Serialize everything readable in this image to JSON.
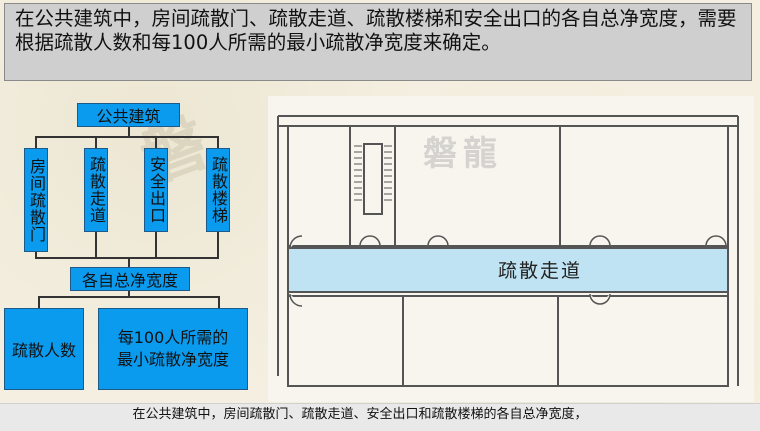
{
  "banner": {
    "text": "在公共建筑中，房间疏散门、疏散走道、疏散楼梯和安全出口的各自总净宽度，需要根据疏散人数和每100人所需的最小疏散净宽度来确定。"
  },
  "diagram": {
    "top": "公共建筑",
    "items": [
      "房间疏散门",
      "疏散走道",
      "安全出口",
      "疏散楼梯"
    ],
    "middle": "各自总净宽度",
    "left_box": "疏散人数",
    "right_box": "每100人所需的最小疏散净宽度"
  },
  "plan": {
    "corridor_label": "疏散走道",
    "watermark": "磐龍"
  },
  "footer": {
    "text": "在公共建筑中，房间疏散门、疏散走道、安全出口和疏散楼梯的各自总净宽度，"
  },
  "colors": {
    "box_fill": "#0a9bef",
    "corridor_fill": "#bfe3f3",
    "banner_bg": "#cfcfcf"
  }
}
